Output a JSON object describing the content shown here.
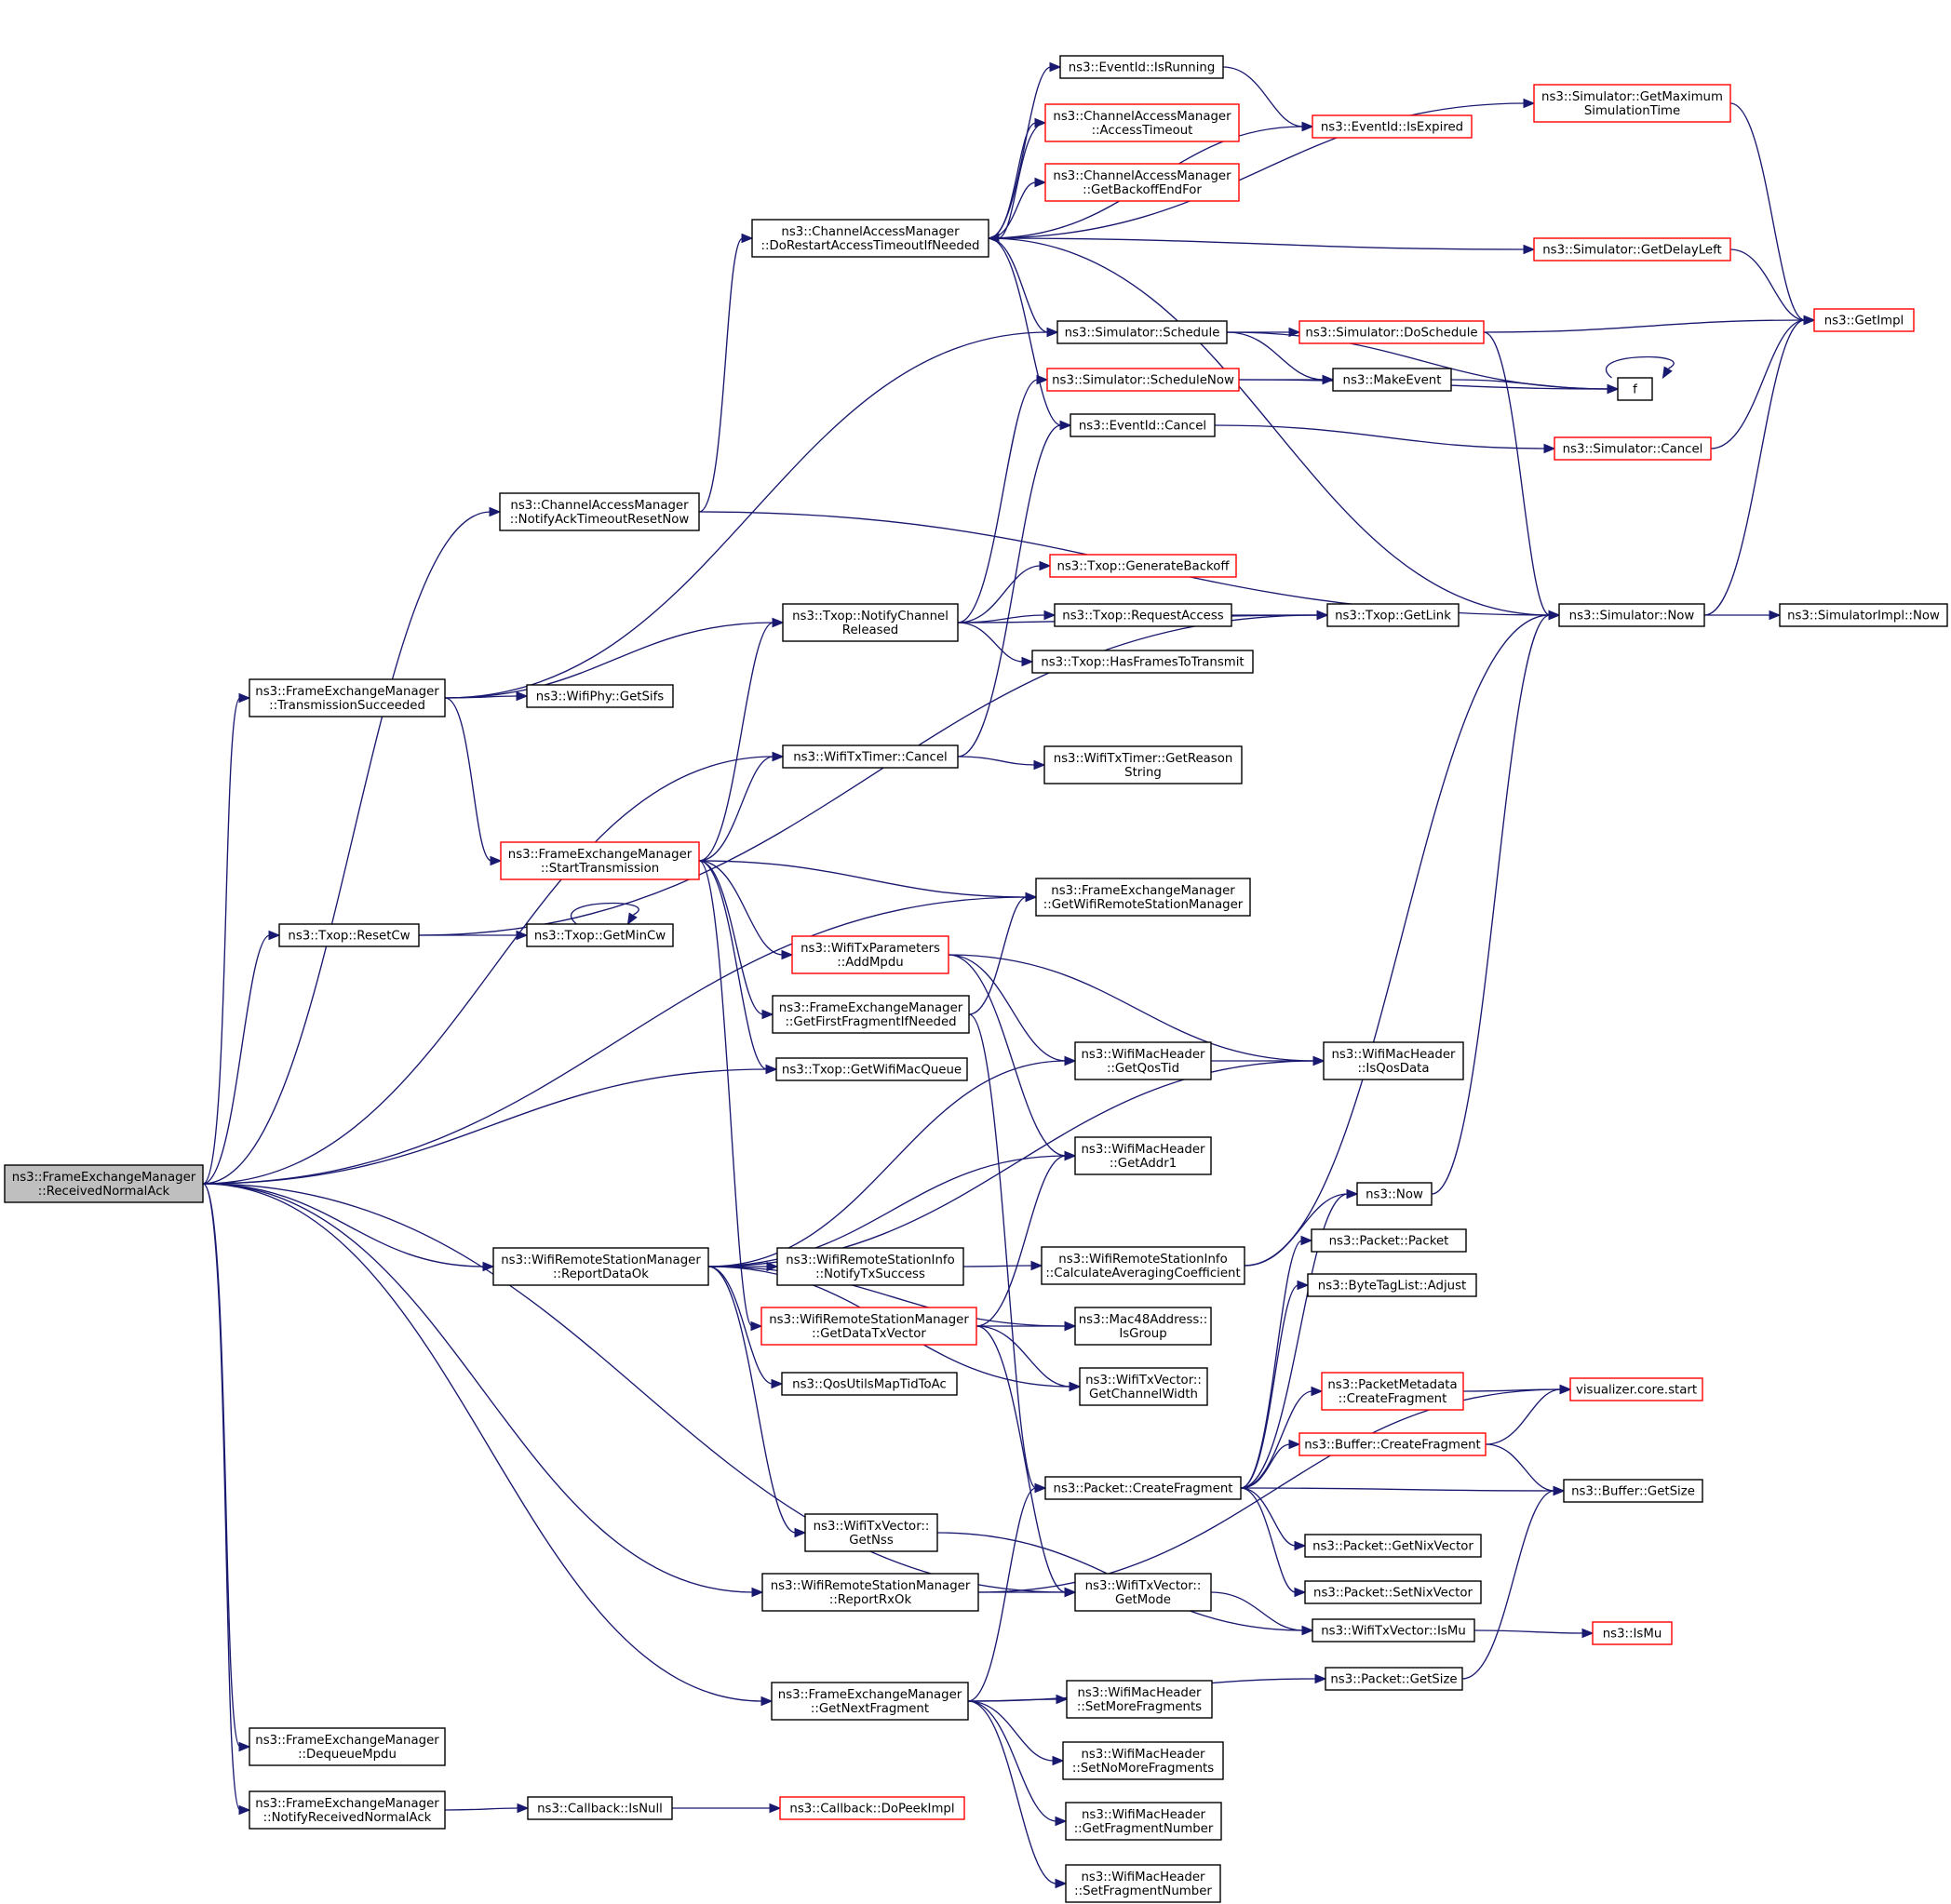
{
  "nodes": {
    "root": {
      "lines": [
        "ns3::FrameExchangeManager",
        "::ReceivedNormalAck"
      ],
      "style": "root"
    },
    "notifyAckTimeout": {
      "lines": [
        "ns3::ChannelAccessManager",
        "::NotifyAckTimeoutResetNow"
      ],
      "style": "black"
    },
    "txSucceeded": {
      "lines": [
        "ns3::FrameExchangeManager",
        "::TransmissionSucceeded"
      ],
      "style": "black"
    },
    "resetCw": {
      "lines": [
        "ns3::Txop::ResetCw"
      ],
      "style": "black"
    },
    "dequeueMpdu": {
      "lines": [
        "ns3::FrameExchangeManager",
        "::DequeueMpdu"
      ],
      "style": "black"
    },
    "notifyRecvNormalAck": {
      "lines": [
        "ns3::FrameExchangeManager",
        "::NotifyReceivedNormalAck"
      ],
      "style": "black"
    },
    "doRestart": {
      "lines": [
        "ns3::ChannelAccessManager",
        "::DoRestartAccessTimeoutIfNeeded"
      ],
      "style": "black"
    },
    "notifyChannelReleased": {
      "lines": [
        "ns3::Txop::NotifyChannel",
        "Released"
      ],
      "style": "black"
    },
    "startTx": {
      "lines": [
        "ns3::FrameExchangeManager",
        "::StartTransmission"
      ],
      "style": "red"
    },
    "wifiTxTimerCancel": {
      "lines": [
        "ns3::WifiTxTimer::Cancel"
      ],
      "style": "black"
    },
    "getMinCw": {
      "lines": [
        "ns3::Txop::GetMinCw"
      ],
      "style": "black"
    },
    "getSifs": {
      "lines": [
        "ns3::WifiPhy::GetSifs"
      ],
      "style": "black"
    },
    "addMpdu": {
      "lines": [
        "ns3::WifiTxParameters",
        "::AddMpdu"
      ],
      "style": "red"
    },
    "getFirstFrag": {
      "lines": [
        "ns3::FrameExchangeManager",
        "::GetFirstFragmentIfNeeded"
      ],
      "style": "black"
    },
    "getWifiMacQueue": {
      "lines": [
        "ns3::Txop::GetWifiMacQueue"
      ],
      "style": "black"
    },
    "reportDataOk": {
      "lines": [
        "ns3::WifiRemoteStationManager",
        "::ReportDataOk"
      ],
      "style": "black"
    },
    "notifyTxSuccess": {
      "lines": [
        "ns3::WifiRemoteStationInfo",
        "::NotifyTxSuccess"
      ],
      "style": "black"
    },
    "getDataTxVector": {
      "lines": [
        "ns3::WifiRemoteStationManager",
        "::GetDataTxVector"
      ],
      "style": "red"
    },
    "qosUtils": {
      "lines": [
        "ns3::QosUtilsMapTidToAc"
      ],
      "style": "black"
    },
    "getNss": {
      "lines": [
        "ns3::WifiTxVector::",
        "GetNss"
      ],
      "style": "black"
    },
    "reportRxOk": {
      "lines": [
        "ns3::WifiRemoteStationManager",
        "::ReportRxOk"
      ],
      "style": "black"
    },
    "getNextFragment": {
      "lines": [
        "ns3::FrameExchangeManager",
        "::GetNextFragment"
      ],
      "style": "black"
    },
    "callbackIsNull": {
      "lines": [
        "ns3::Callback::IsNull"
      ],
      "style": "black"
    },
    "callbackDoPeek": {
      "lines": [
        "ns3::Callback::DoPeekImpl"
      ],
      "style": "red"
    },
    "eventIsRunning": {
      "lines": [
        "ns3::EventId::IsRunning"
      ],
      "style": "black"
    },
    "accessTimeout": {
      "lines": [
        "ns3::ChannelAccessManager",
        "::AccessTimeout"
      ],
      "style": "red"
    },
    "getBackoffEndFor": {
      "lines": [
        "ns3::ChannelAccessManager",
        "::GetBackoffEndFor"
      ],
      "style": "red"
    },
    "simSchedule": {
      "lines": [
        "ns3::Simulator::Schedule"
      ],
      "style": "black"
    },
    "simScheduleNow": {
      "lines": [
        "ns3::Simulator::ScheduleNow"
      ],
      "style": "red"
    },
    "eventCancel": {
      "lines": [
        "ns3::EventId::Cancel"
      ],
      "style": "black"
    },
    "txopGenerateBackoff": {
      "lines": [
        "ns3::Txop::GenerateBackoff"
      ],
      "style": "red"
    },
    "txopRequestAccess": {
      "lines": [
        "ns3::Txop::RequestAccess"
      ],
      "style": "black"
    },
    "txopHasFrames": {
      "lines": [
        "ns3::Txop::HasFramesToTransmit"
      ],
      "style": "black"
    },
    "getReasonString": {
      "lines": [
        "ns3::WifiTxTimer::GetReason",
        "String"
      ],
      "style": "black"
    },
    "getWifiRSM": {
      "lines": [
        "ns3::FrameExchangeManager",
        "::GetWifiRemoteStationManager"
      ],
      "style": "black"
    },
    "getQosTid": {
      "lines": [
        "ns3::WifiMacHeader",
        "::GetQosTid"
      ],
      "style": "black"
    },
    "getAddr1": {
      "lines": [
        "ns3::WifiMacHeader",
        "::GetAddr1"
      ],
      "style": "black"
    },
    "calcAvgCoeff": {
      "lines": [
        "ns3::WifiRemoteStationInfo",
        "::CalculateAveragingCoefficient"
      ],
      "style": "black"
    },
    "isGroup": {
      "lines": [
        "ns3::Mac48Address::",
        "IsGroup"
      ],
      "style": "black"
    },
    "getChannelWidth": {
      "lines": [
        "ns3::WifiTxVector::",
        "GetChannelWidth"
      ],
      "style": "black"
    },
    "packetCreateFragment": {
      "lines": [
        "ns3::Packet::CreateFragment"
      ],
      "style": "black"
    },
    "getMode": {
      "lines": [
        "ns3::WifiTxVector::",
        "GetMode"
      ],
      "style": "black"
    },
    "setMoreFragments": {
      "lines": [
        "ns3::WifiMacHeader",
        "::SetMoreFragments"
      ],
      "style": "black"
    },
    "setNoMoreFragments": {
      "lines": [
        "ns3::WifiMacHeader",
        "::SetNoMoreFragments"
      ],
      "style": "black"
    },
    "getFragmentNumber": {
      "lines": [
        "ns3::WifiMacHeader",
        "::GetFragmentNumber"
      ],
      "style": "black"
    },
    "setFragmentNumber": {
      "lines": [
        "ns3::WifiMacHeader",
        "::SetFragmentNumber"
      ],
      "style": "black"
    },
    "eventIsExpired": {
      "lines": [
        "ns3::EventId::IsExpired"
      ],
      "style": "red"
    },
    "simDoSchedule": {
      "lines": [
        "ns3::Simulator::DoSchedule"
      ],
      "style": "red"
    },
    "makeEvent": {
      "lines": [
        "ns3::MakeEvent"
      ],
      "style": "black"
    },
    "txopGetLink": {
      "lines": [
        "ns3::Txop::GetLink"
      ],
      "style": "black"
    },
    "isQosData": {
      "lines": [
        "ns3::WifiMacHeader",
        "::IsQosData"
      ],
      "style": "black"
    },
    "ns3Now": {
      "lines": [
        "ns3::Now"
      ],
      "style": "black"
    },
    "packetPacket": {
      "lines": [
        "ns3::Packet::Packet"
      ],
      "style": "black"
    },
    "byteTagAdjust": {
      "lines": [
        "ns3::ByteTagList::Adjust"
      ],
      "style": "black"
    },
    "pmCreateFragment": {
      "lines": [
        "ns3::PacketMetadata",
        "::CreateFragment"
      ],
      "style": "red"
    },
    "bufCreateFragment": {
      "lines": [
        "ns3::Buffer::CreateFragment"
      ],
      "style": "red"
    },
    "getNixVector": {
      "lines": [
        "ns3::Packet::GetNixVector"
      ],
      "style": "black"
    },
    "setNixVector": {
      "lines": [
        "ns3::Packet::SetNixVector"
      ],
      "style": "black"
    },
    "isMu": {
      "lines": [
        "ns3::WifiTxVector::IsMu"
      ],
      "style": "black"
    },
    "packetGetSize": {
      "lines": [
        "ns3::Packet::GetSize"
      ],
      "style": "black"
    },
    "simGetMaxTime": {
      "lines": [
        "ns3::Simulator::GetMaximum",
        "SimulationTime"
      ],
      "style": "red"
    },
    "simGetDelayLeft": {
      "lines": [
        "ns3::Simulator::GetDelayLeft"
      ],
      "style": "red"
    },
    "f": {
      "lines": [
        "f"
      ],
      "style": "black"
    },
    "simCancel": {
      "lines": [
        "ns3::Simulator::Cancel"
      ],
      "style": "red"
    },
    "simNow": {
      "lines": [
        "ns3::Simulator::Now"
      ],
      "style": "black"
    },
    "vizStart": {
      "lines": [
        "visualizer.core.start"
      ],
      "style": "red"
    },
    "bufGetSize": {
      "lines": [
        "ns3::Buffer::GetSize"
      ],
      "style": "black"
    },
    "ns3IsMu": {
      "lines": [
        "ns3::IsMu"
      ],
      "style": "red"
    },
    "getImpl": {
      "lines": [
        "ns3::GetImpl"
      ],
      "style": "red"
    },
    "simImplNow": {
      "lines": [
        "ns3::SimulatorImpl::Now"
      ],
      "style": "black"
    }
  },
  "edges": [
    [
      "root",
      "notifyAckTimeout"
    ],
    [
      "root",
      "txSucceeded"
    ],
    [
      "root",
      "resetCw"
    ],
    [
      "root",
      "dequeueMpdu"
    ],
    [
      "root",
      "notifyRecvNormalAck"
    ],
    [
      "root",
      "wifiTxTimerCancel"
    ],
    [
      "root",
      "getWifiRSM"
    ],
    [
      "root",
      "getWifiMacQueue"
    ],
    [
      "root",
      "reportDataOk"
    ],
    [
      "root",
      "reportRxOk"
    ],
    [
      "root",
      "getMode"
    ],
    [
      "root",
      "getNextFragment"
    ],
    [
      "notifyAckTimeout",
      "doRestart"
    ],
    [
      "notifyAckTimeout",
      "simNow"
    ],
    [
      "txSucceeded",
      "simSchedule"
    ],
    [
      "txSucceeded",
      "notifyChannelReleased"
    ],
    [
      "txSucceeded",
      "getSifs"
    ],
    [
      "txSucceeded",
      "startTx"
    ],
    [
      "resetCw",
      "getMinCw"
    ],
    [
      "resetCw",
      "txopGetLink"
    ],
    [
      "getMinCw",
      "getMinCw"
    ],
    [
      "notifyRecvNormalAck",
      "callbackIsNull"
    ],
    [
      "callbackIsNull",
      "callbackDoPeek"
    ],
    [
      "doRestart",
      "eventIsRunning"
    ],
    [
      "doRestart",
      "accessTimeout"
    ],
    [
      "doRestart",
      "getBackoffEndFor"
    ],
    [
      "doRestart",
      "eventIsExpired"
    ],
    [
      "doRestart",
      "simGetMaxTime"
    ],
    [
      "doRestart",
      "simGetDelayLeft"
    ],
    [
      "doRestart",
      "simSchedule"
    ],
    [
      "doRestart",
      "eventCancel"
    ],
    [
      "doRestart",
      "simNow"
    ],
    [
      "accessTimeout",
      "doRestart"
    ],
    [
      "eventIsRunning",
      "eventIsExpired"
    ],
    [
      "simSchedule",
      "simDoSchedule"
    ],
    [
      "simSchedule",
      "makeEvent"
    ],
    [
      "simSchedule",
      "f"
    ],
    [
      "simScheduleNow",
      "makeEvent"
    ],
    [
      "simScheduleNow",
      "f"
    ],
    [
      "makeEvent",
      "f"
    ],
    [
      "f",
      "f"
    ],
    [
      "eventCancel",
      "simCancel"
    ],
    [
      "notifyChannelReleased",
      "simScheduleNow"
    ],
    [
      "notifyChannelReleased",
      "txopGenerateBackoff"
    ],
    [
      "notifyChannelReleased",
      "txopRequestAccess"
    ],
    [
      "notifyChannelReleased",
      "txopHasFrames"
    ],
    [
      "notifyChannelReleased",
      "txopGetLink"
    ],
    [
      "txopRequestAccess",
      "txopGetLink"
    ],
    [
      "wifiTxTimerCancel",
      "getReasonString"
    ],
    [
      "wifiTxTimerCancel",
      "eventCancel"
    ],
    [
      "startTx",
      "notifyChannelReleased"
    ],
    [
      "startTx",
      "wifiTxTimerCancel"
    ],
    [
      "startTx",
      "getWifiRSM"
    ],
    [
      "startTx",
      "addMpdu"
    ],
    [
      "startTx",
      "getFirstFrag"
    ],
    [
      "startTx",
      "getWifiMacQueue"
    ],
    [
      "startTx",
      "getDataTxVector"
    ],
    [
      "addMpdu",
      "getQosTid"
    ],
    [
      "addMpdu",
      "isQosData"
    ],
    [
      "addMpdu",
      "getAddr1"
    ],
    [
      "getFirstFrag",
      "getWifiRSM"
    ],
    [
      "getFirstFrag",
      "packetCreateFragment"
    ],
    [
      "reportDataOk",
      "getQosTid"
    ],
    [
      "reportDataOk",
      "getAddr1"
    ],
    [
      "reportDataOk",
      "notifyTxSuccess"
    ],
    [
      "reportDataOk",
      "qosUtils"
    ],
    [
      "reportDataOk",
      "isGroup"
    ],
    [
      "reportDataOk",
      "getChannelWidth"
    ],
    [
      "reportDataOk",
      "getNss"
    ],
    [
      "reportDataOk",
      "isQosData"
    ],
    [
      "notifyTxSuccess",
      "calcAvgCoeff"
    ],
    [
      "calcAvgCoeff",
      "ns3Now"
    ],
    [
      "calcAvgCoeff",
      "simNow"
    ],
    [
      "getDataTxVector",
      "getAddr1"
    ],
    [
      "getDataTxVector",
      "isGroup"
    ],
    [
      "getDataTxVector",
      "getChannelWidth"
    ],
    [
      "getDataTxVector",
      "getMode"
    ],
    [
      "getQosTid",
      "isQosData"
    ],
    [
      "getNss",
      "isMu"
    ],
    [
      "reportRxOk",
      "getMode"
    ],
    [
      "reportRxOk",
      "vizStart"
    ],
    [
      "getMode",
      "isMu"
    ],
    [
      "getNextFragment",
      "packetCreateFragment"
    ],
    [
      "getNextFragment",
      "packetGetSize"
    ],
    [
      "getNextFragment",
      "setMoreFragments"
    ],
    [
      "getNextFragment",
      "setNoMoreFragments"
    ],
    [
      "getNextFragment",
      "getFragmentNumber"
    ],
    [
      "getNextFragment",
      "setFragmentNumber"
    ],
    [
      "packetCreateFragment",
      "ns3Now"
    ],
    [
      "packetCreateFragment",
      "packetPacket"
    ],
    [
      "packetCreateFragment",
      "byteTagAdjust"
    ],
    [
      "packetCreateFragment",
      "pmCreateFragment"
    ],
    [
      "packetCreateFragment",
      "bufCreateFragment"
    ],
    [
      "packetCreateFragment",
      "bufGetSize"
    ],
    [
      "packetCreateFragment",
      "getNixVector"
    ],
    [
      "packetCreateFragment",
      "setNixVector"
    ],
    [
      "pmCreateFragment",
      "vizStart"
    ],
    [
      "bufCreateFragment",
      "vizStart"
    ],
    [
      "bufCreateFragment",
      "bufGetSize"
    ],
    [
      "ns3Now",
      "simNow"
    ],
    [
      "isMu",
      "ns3IsMu"
    ],
    [
      "packetGetSize",
      "bufGetSize"
    ],
    [
      "simGetMaxTime",
      "getImpl"
    ],
    [
      "simGetDelayLeft",
      "getImpl"
    ],
    [
      "simDoSchedule",
      "getImpl"
    ],
    [
      "simDoSchedule",
      "simNow"
    ],
    [
      "simCancel",
      "getImpl"
    ],
    [
      "simNow",
      "getImpl"
    ],
    [
      "simNow",
      "simImplNow"
    ]
  ]
}
